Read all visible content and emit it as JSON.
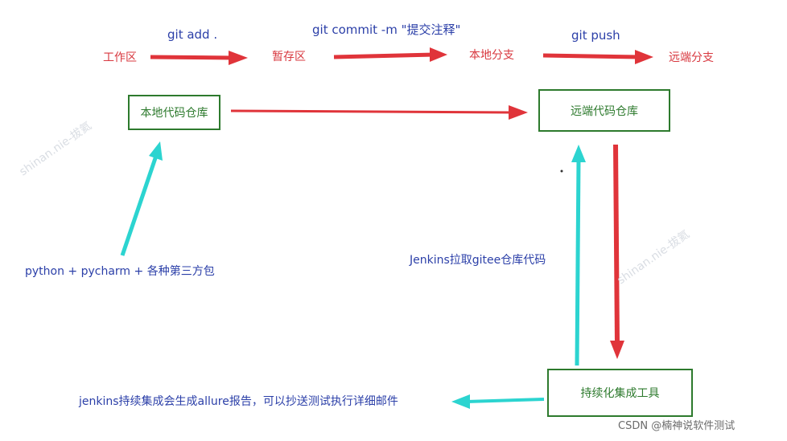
{
  "commands": {
    "add": "git add .",
    "commit": "git commit -m \"提交注释\"",
    "push": "git push"
  },
  "stages": {
    "workspace": "工作区",
    "staging": "暂存区",
    "local_branch": "本地分支",
    "remote_branch": "远端分支"
  },
  "boxes": {
    "local_repo": "本地代码仓库",
    "remote_repo": "远端代码仓库",
    "ci_tool": "持续化集成工具"
  },
  "notes": {
    "dev_env": "python + pycharm + 各种第三方包",
    "jenkins_pull": "Jenkins拉取gitee仓库代码",
    "jenkins_report": "jenkins持续集成会生成allure报告，可以抄送测试执行详细邮件"
  },
  "watermark": "shinan.nie-拔氦",
  "credit": "CSDN @楠神说软件测试",
  "colors": {
    "red_arrow": "#e0343a",
    "cyan_arrow": "#2cd4d0",
    "box_border": "#2d7a2d",
    "command_text": "#2b3fa8",
    "stage_text": "#d8383f"
  }
}
